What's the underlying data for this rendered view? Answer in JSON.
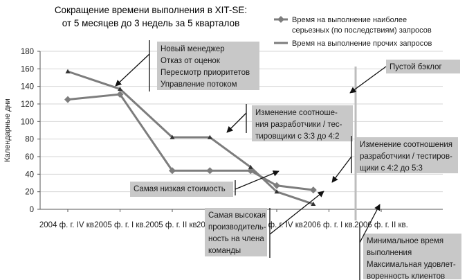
{
  "chart_data": {
    "type": "line",
    "title_lines": [
      "Сокращение времени выполнения в XIT-SE:",
      "от 5 месяцев до 3 недель за 5 кварталов"
    ],
    "xlabel": "",
    "ylabel": "Календарные дни",
    "ylim": [
      0,
      180
    ],
    "yticks": [
      0,
      20,
      40,
      60,
      80,
      100,
      120,
      140,
      160,
      180
    ],
    "categories": [
      "2004 ф. г. IV кв.",
      "2005 ф. г. I кв.",
      "2005 ф. г. II кв.",
      "2005 ф. г. III кв.",
      "2005 ф. г. IV кв.",
      "2006 ф. г. I кв.",
      "2006 ф. г. II кв."
    ],
    "series": [
      {
        "name_lines": [
          "Время на выполнение наиболее",
          "серьезных (по последствиям) запросов"
        ],
        "marker": "diamond",
        "color": "#7d7d7d",
        "points": [
          [
            0,
            125
          ],
          [
            1,
            131
          ],
          [
            2,
            44
          ],
          [
            2.72,
            44
          ],
          [
            3.5,
            44
          ],
          [
            4,
            27
          ],
          [
            4.7,
            22
          ]
        ]
      },
      {
        "name_lines": [
          "Время на выполнение прочих запросов"
        ],
        "marker": "triangle",
        "color": "#7d7d7d",
        "points": [
          [
            0,
            157
          ],
          [
            1,
            137
          ],
          [
            2,
            82
          ],
          [
            2.72,
            82
          ],
          [
            3.5,
            48
          ],
          [
            4,
            20
          ],
          [
            4.7,
            6
          ]
        ]
      }
    ],
    "annotations": [
      {
        "id": "new-manager",
        "lines": [
          "Новый менеджер",
          "Отказ от оценок",
          "Пересмотр приоритетов",
          "Управление потоком"
        ]
      },
      {
        "id": "empty-backlog",
        "lines": [
          "Пустой бэклог"
        ]
      },
      {
        "id": "ratio-change-1",
        "lines": [
          "Изменение соотноше-",
          "ния разработчики / тес-",
          "тировщики с 3:3 до 4:2"
        ]
      },
      {
        "id": "ratio-change-2",
        "lines": [
          "Изменение соотношения",
          "разработчики / тестиров-",
          "щики с 4:2 до 5:3"
        ]
      },
      {
        "id": "lowest-cost",
        "lines": [
          "Самая низкая стоимость"
        ]
      },
      {
        "id": "highest-productivity",
        "lines": [
          "Самая высокая",
          "производитель-",
          "ность на члена",
          "команды"
        ]
      },
      {
        "id": "min-time",
        "lines": [
          "Минимальное время",
          "выполнения",
          "Максимальная удовлет-",
          "воренность клиентов"
        ]
      }
    ]
  }
}
